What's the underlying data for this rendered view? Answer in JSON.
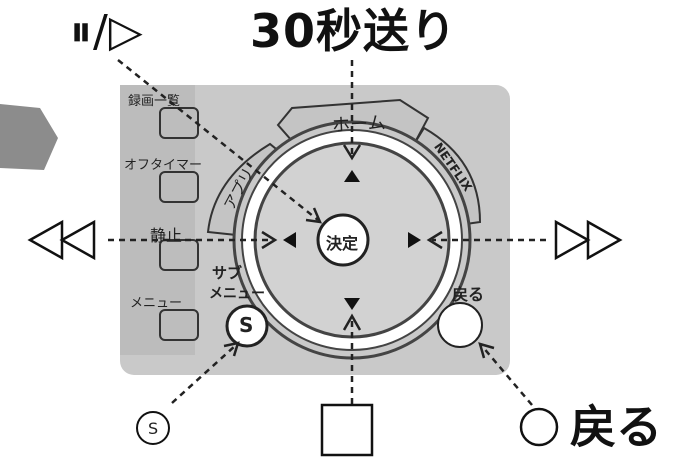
{
  "labels": {
    "play_pause": "⏸/▷",
    "skip_30": "30秒送り",
    "back_label": "戻る"
  },
  "remote": {
    "side_buttons": [
      "録画一覧",
      "オフタイマー",
      "静止",
      "メニュー"
    ],
    "top_buttons": [
      "アプリ",
      "ホーム",
      "NETFLIX"
    ],
    "center_button": "決定",
    "sub_menu": "サブ\nメニュー",
    "sub_menu_line1": "サブ",
    "sub_menu_line2": "メニュー",
    "s_button": "S",
    "back_button_label": "戻る"
  },
  "annotations": {
    "s_symbol": "S",
    "colors": {
      "remote_bg": "#c9c9c9",
      "remote_dark": "#9a9a9a",
      "ring": "#ffffff",
      "arrow_gray": "#888888",
      "text": "#111111"
    }
  }
}
